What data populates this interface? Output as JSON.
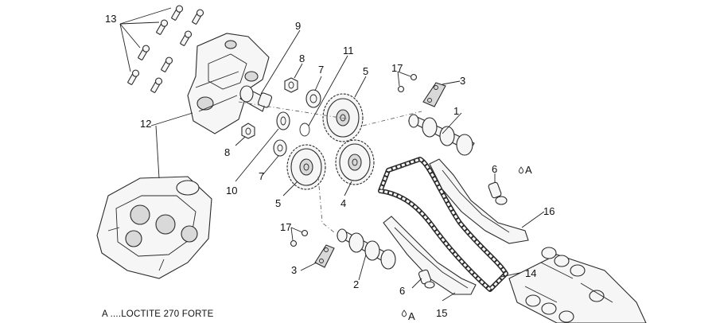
{
  "callouts": {
    "c1": "1",
    "c2": "2",
    "c3a": "3",
    "c3b": "3",
    "c4": "4",
    "c5a": "5",
    "c5b": "5",
    "c6a": "6",
    "c6b": "6",
    "c7a": "7",
    "c7b": "7",
    "c8a": "8",
    "c8b": "8",
    "c9": "9",
    "c10": "10",
    "c11": "11",
    "c12": "12",
    "c13": "13",
    "c14": "14",
    "c15": "15",
    "c16": "16",
    "c17a": "17",
    "c17b": "17",
    "markA1": "A",
    "markA2": "A"
  },
  "footnote": "A ....LOCTITE 270 FORTE"
}
